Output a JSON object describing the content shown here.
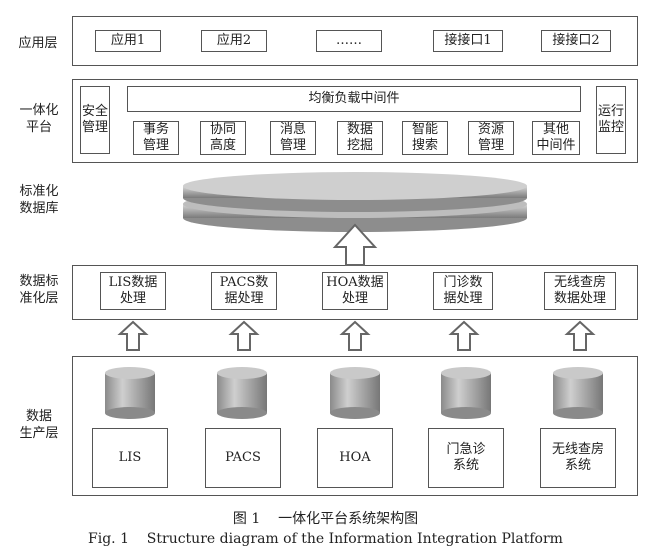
{
  "layers": {
    "application": {
      "label": "应用层",
      "items": [
        "应用1",
        "应用2",
        "……",
        "接接口1",
        "接接口2"
      ]
    },
    "platform": {
      "label": "一体化\n平台",
      "left": "安全\n管理",
      "right": "运行\n监控",
      "middleware": "均衡负载中间件",
      "modules": [
        "事务\n管理",
        "协同\n高度",
        "消息\n管理",
        "数据\n挖掘",
        "智能\n搜索",
        "资源\n管理",
        "其他\n中间件"
      ]
    },
    "database": {
      "label": "标准化\n数据库"
    },
    "standardization": {
      "label": "数据标\n准化层",
      "items": [
        "LIS数据\n处理",
        "PACS数\n据处理",
        "HOA数据\n处理",
        "门诊数\n据处理",
        "无线查房\n数据处理"
      ]
    },
    "production": {
      "label": "数据\n生产层",
      "items": [
        "LIS",
        "PACS",
        "HOA",
        "门急诊\n系统",
        "无线查房\n系统"
      ]
    }
  },
  "caption": {
    "cn": "图 1    一体化平台系统架构图",
    "en": "Fig. 1    Structure diagram of the Information Integration Platform"
  }
}
